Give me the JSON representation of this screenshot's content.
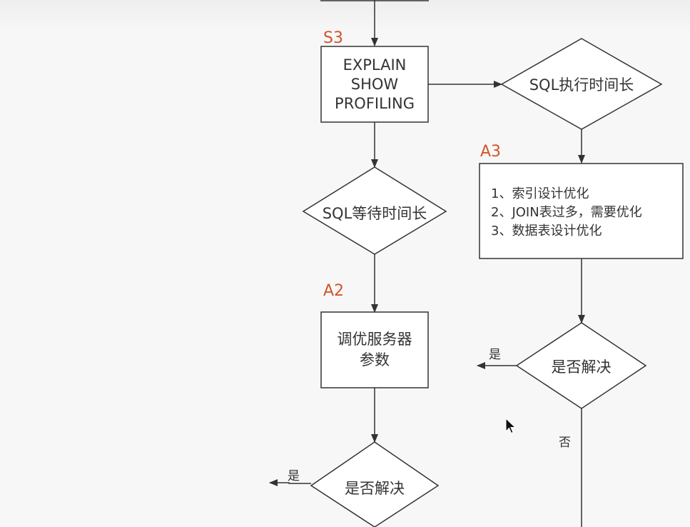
{
  "diagram": {
    "tags": {
      "s3": "S3",
      "a3": "A3",
      "a2": "A2"
    },
    "explain_box": {
      "text": "EXPLAIN\nSHOW\nPROFILING"
    },
    "sql_exec_long": {
      "text": "SQL执行时间长"
    },
    "sql_wait_long": {
      "text": "SQL等待时间长"
    },
    "tune_server": {
      "text": "调优服务器\n参数"
    },
    "optimize_list": {
      "items": [
        "1、索引设计优化",
        "2、JOIN表过多，需要优化",
        "3、数据表设计优化"
      ]
    },
    "resolved_right": {
      "text": "是否解决",
      "yes_label": "是",
      "no_label": "否"
    },
    "resolved_left": {
      "text": "是否解决",
      "yes_label": "是"
    },
    "colors": {
      "stroke": "#333333",
      "tag": "#d2552b",
      "fill": "#ffffff"
    }
  }
}
